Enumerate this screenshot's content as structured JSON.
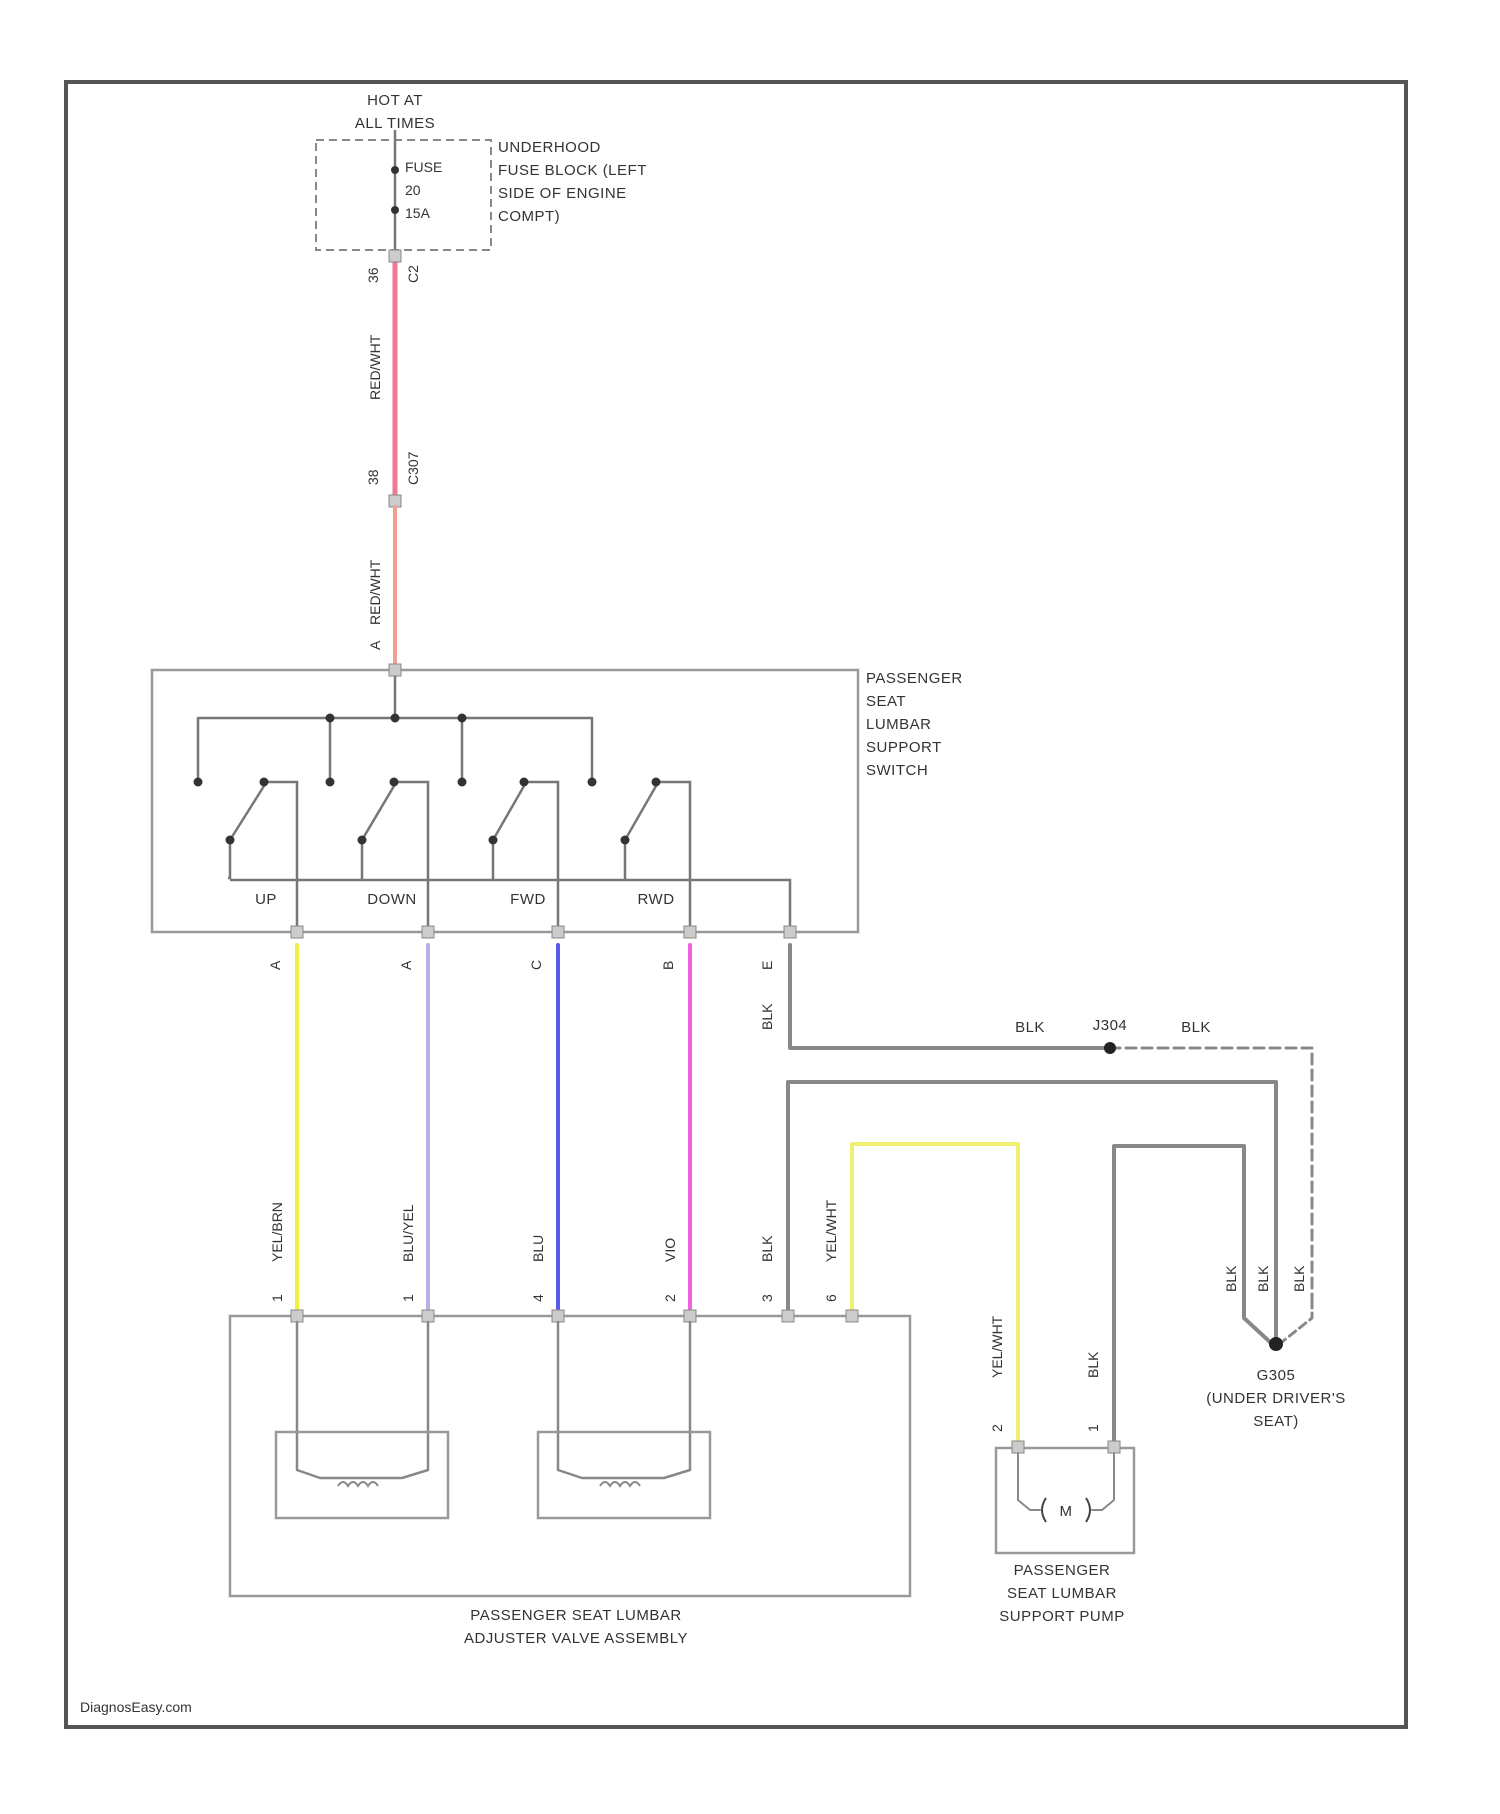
{
  "power": {
    "hot_line1": "HOT AT",
    "hot_line2": "ALL TIMES",
    "fuse_label": "FUSE",
    "fuse_number": "20",
    "fuse_rating": "15A",
    "fuse_block": [
      "UNDERHOOD",
      "FUSE BLOCK (LEFT",
      "SIDE OF ENGINE",
      "COMPT)"
    ]
  },
  "wires": {
    "feed_upper": {
      "color_code": "RED/WHT",
      "pin_top": "36",
      "conn_top": "C2",
      "pin_bottom": "38",
      "conn_bottom": "C307",
      "hex": "#f07890"
    },
    "feed_lower": {
      "color_code": "RED/WHT",
      "pin": "A",
      "hex": "#f0a090"
    },
    "up": {
      "pin_switch": "A",
      "color_code": "YEL/BRN",
      "pin_valve": "1",
      "hex": "#f0f040"
    },
    "down": {
      "pin_switch": "A",
      "color_code": "BLU/YEL",
      "pin_valve": "1",
      "hex": "#b8b0e0"
    },
    "fwd": {
      "pin_switch": "C",
      "color_code": "BLU",
      "pin_valve": "4",
      "hex": "#5a5af0"
    },
    "rwd": {
      "pin_switch": "B",
      "color_code": "VIO",
      "pin_valve": "2",
      "hex": "#f060e0"
    },
    "ground_switch": {
      "pin": "E",
      "color_code": "BLK",
      "hex": "#888888"
    },
    "ground_bus": {
      "left": "BLK",
      "splice": "J304",
      "right": "BLK"
    },
    "valve_ground": {
      "color_code": "BLK",
      "pin": "3"
    },
    "pump_feed": {
      "color_code": "YEL/WHT",
      "pin_valve": "6",
      "pin_pump": "2",
      "hex": "#f0f070"
    },
    "pump_ground": {
      "color_code": "BLK",
      "pin_pump": "1"
    },
    "ground_drops": [
      "BLK",
      "BLK",
      "BLK"
    ]
  },
  "switch": {
    "name": [
      "PASSENGER",
      "SEAT",
      "LUMBAR",
      "SUPPORT",
      "SWITCH"
    ],
    "positions": [
      "UP",
      "DOWN",
      "FWD",
      "RWD"
    ]
  },
  "valve": {
    "name": [
      "PASSENGER SEAT LUMBAR",
      "ADJUSTER VALVE ASSEMBLY"
    ]
  },
  "pump": {
    "symbol": "M",
    "name": [
      "PASSENGER",
      "SEAT LUMBAR",
      "SUPPORT PUMP"
    ]
  },
  "ground": {
    "id": "G305",
    "location": [
      "(UNDER DRIVER'S",
      "SEAT)"
    ]
  },
  "watermark": "DiagnosEasy.com"
}
